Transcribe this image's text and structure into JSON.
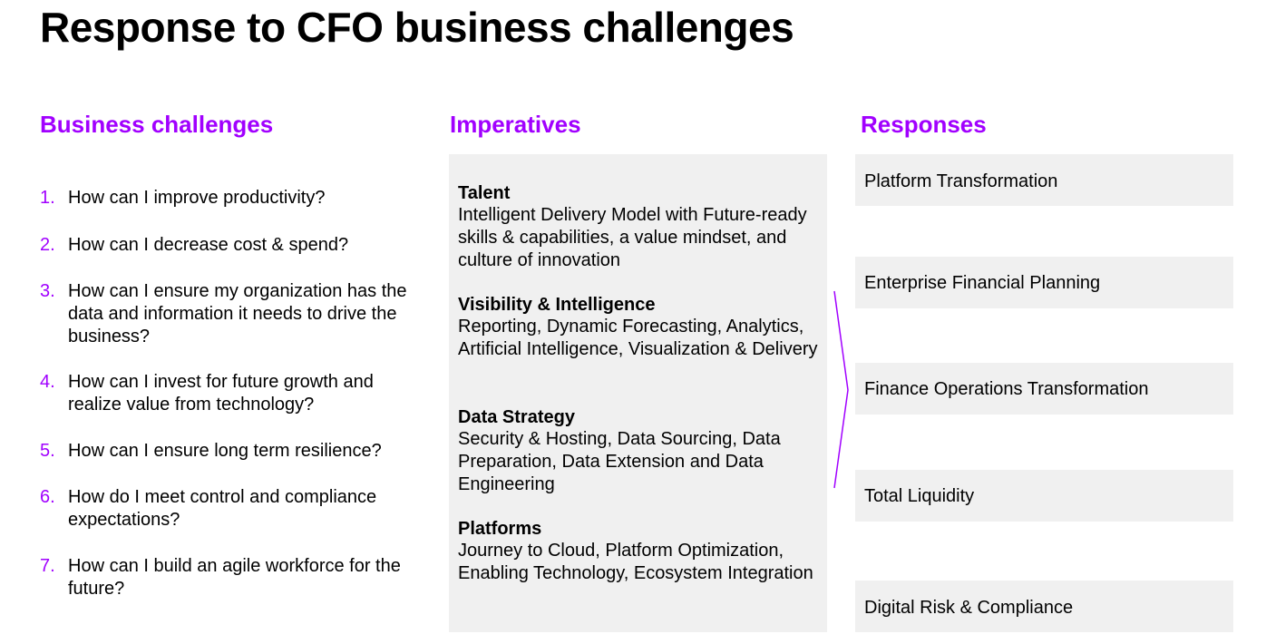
{
  "title": "Response to CFO business challenges",
  "columns": {
    "challenges": "Business challenges",
    "imperatives": "Imperatives",
    "responses": "Responses"
  },
  "challenges": [
    {
      "num": "1.",
      "text": "How can I improve productivity?"
    },
    {
      "num": "2.",
      "text": "How can I decrease cost & spend?"
    },
    {
      "num": "3.",
      "text": "How can I ensure my organization has the data and information it needs to drive the business?"
    },
    {
      "num": "4.",
      "text": "How can I invest for future growth and realize value from technology?"
    },
    {
      "num": "5.",
      "text": "How can I ensure long term resilience?"
    },
    {
      "num": "6.",
      "text": "How do I meet control and compliance expectations?"
    },
    {
      "num": "7.",
      "text": "How can I build an agile workforce for the future?"
    }
  ],
  "imperatives": [
    {
      "title": "Talent",
      "desc": "Intelligent Delivery Model with Future-ready skills & capabilities, a value mindset, and culture of innovation"
    },
    {
      "title": "Visibility & Intelligence",
      "desc": "Reporting, Dynamic Forecasting, Analytics, Artificial Intelligence, Visualization & Delivery"
    },
    {
      "title": "Data Strategy",
      "desc": "Security & Hosting, Data Sourcing, Data Preparation, Data Extension and Data Engineering"
    },
    {
      "title": "Platforms",
      "desc": "Journey to Cloud, Platform Optimization, Enabling Technology, Ecosystem Integration"
    }
  ],
  "responses": [
    "Platform Transformation",
    "Enterprise Financial Planning",
    "Finance Operations Transformation",
    "Total Liquidity",
    "Digital Risk & Compliance"
  ],
  "colors": {
    "accent": "#a100ff",
    "panel": "#f0f0f0",
    "text": "#000000"
  }
}
